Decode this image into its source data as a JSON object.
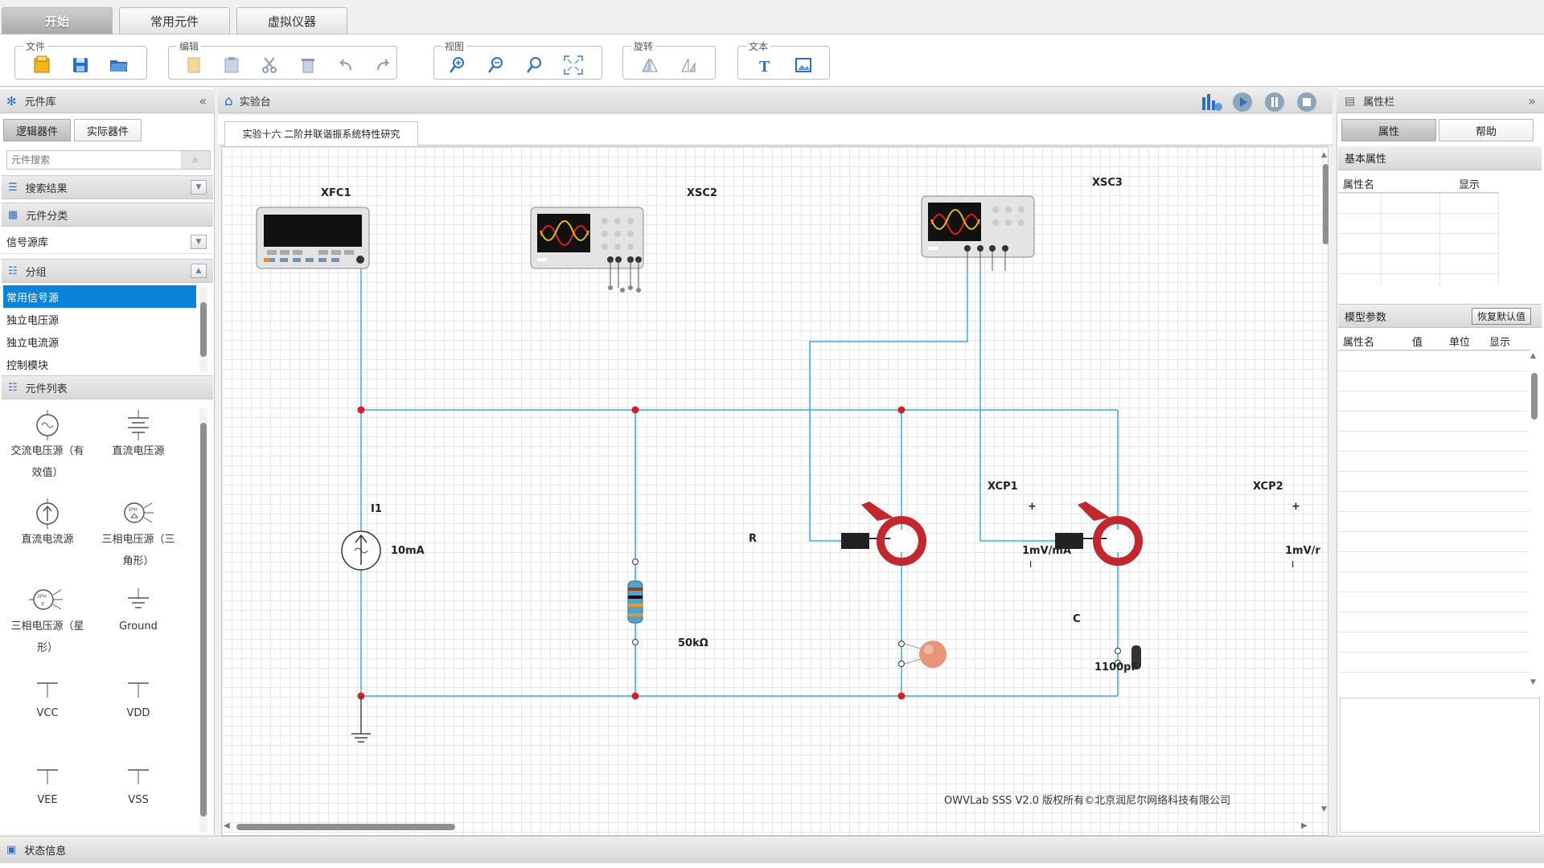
{
  "tabs": [
    {
      "label": "开始",
      "active": true
    },
    {
      "label": "常用元件",
      "active": false
    },
    {
      "label": "虚拟仪器",
      "active": false
    }
  ],
  "ribbon": {
    "file": "文件",
    "edit": "编辑",
    "view": "视图",
    "rotate": "旋转",
    "text": "文本"
  },
  "left": {
    "title": "元件库",
    "subtabs": [
      "逻辑器件",
      "实际器件"
    ],
    "search_placeholder": "元件搜索",
    "search_results": "搜索结果",
    "category_title": "元件分类",
    "category_value": "信号源库",
    "group_title": "分组",
    "group_items": [
      "常用信号源",
      "独立电压源",
      "独立电流源",
      "控制模块"
    ],
    "component_list_title": "元件列表",
    "components": [
      [
        "交流电压源（有",
        "效值）"
      ],
      [
        "直流电压源"
      ],
      [
        "直流电流源"
      ],
      [
        "三相电压源（三",
        "角形）"
      ],
      [
        "三相电压源（星",
        "形）"
      ],
      [
        "Ground"
      ],
      [
        "VCC"
      ],
      [
        "VDD"
      ],
      [
        "VEE"
      ],
      [
        "VSS"
      ]
    ]
  },
  "center": {
    "title": "实验台",
    "doc_tab": "实验十六 二阶并联谐振系统特性研究",
    "copyright": "OWVLab SSS V2.0 版权所有©北京润尼尔网络科技有限公司",
    "circuit": {
      "xfc1": "XFC1",
      "xsc2": "XSC2",
      "xsc3": "XSC3",
      "i1": "I1",
      "i1_value": "10mA",
      "r": "R",
      "r_value": "50kΩ",
      "c": "C",
      "c_value": "1100pF",
      "xcp1": "XCP1",
      "xcp1_value": "1mV/mA",
      "xcp2": "XCP2",
      "xcp2_value": "1mV/r",
      "plus": "+",
      "minus": "I"
    }
  },
  "right": {
    "title": "属性栏",
    "tabs": [
      "属性",
      "帮助"
    ],
    "basic_props": "基本属性",
    "basic_cols": [
      "属性名",
      "显示"
    ],
    "model_params": "模型参数",
    "restore_default": "恢复默认值",
    "model_cols": [
      "属性名",
      "值",
      "单位",
      "显示"
    ]
  },
  "status": {
    "title": "状态信息"
  }
}
